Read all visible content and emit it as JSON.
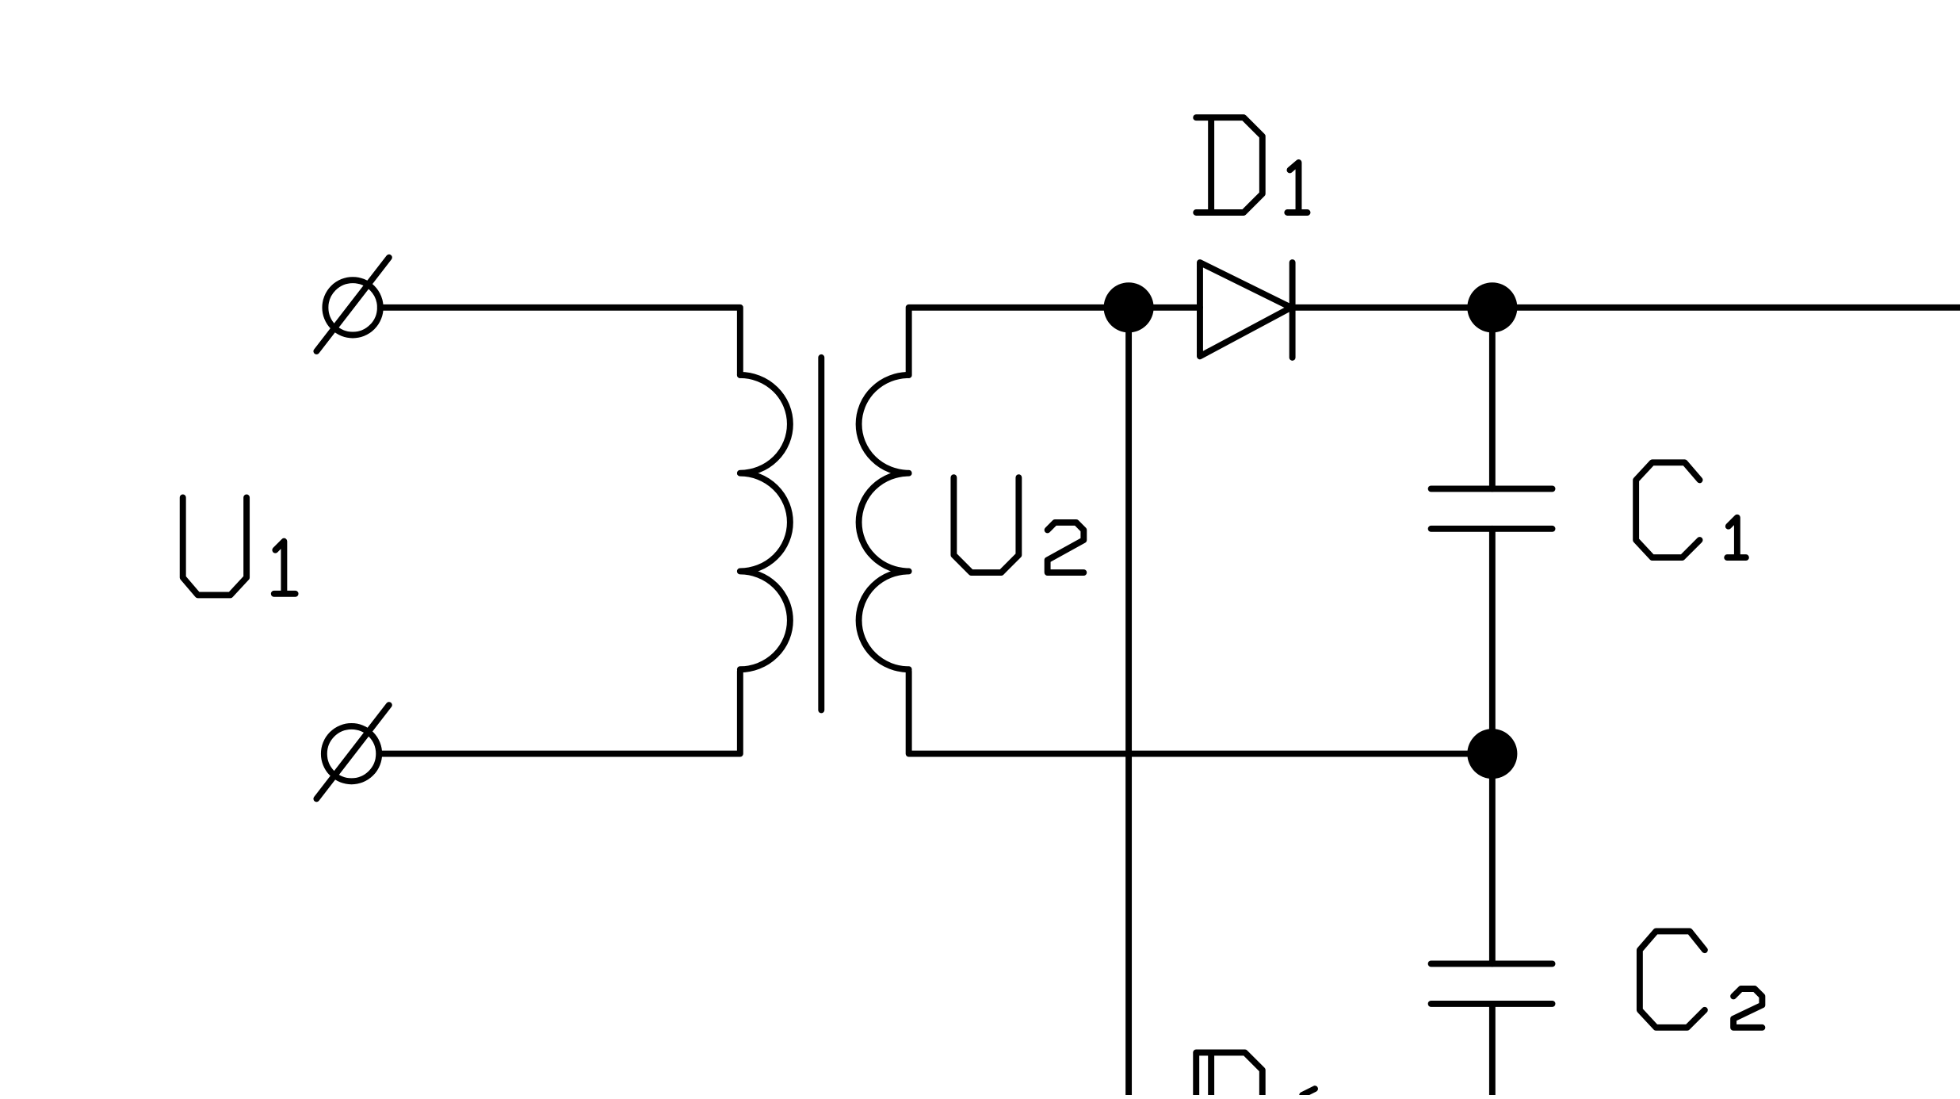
{
  "colors": {
    "stroke": "#000000",
    "background": "#ffffff"
  },
  "labels": {
    "u1_main": "U",
    "u1_sub": "1",
    "u2_main": "U",
    "u2_sub": "2",
    "d1_main": "D",
    "d1_sub": "1",
    "c1_main": "C",
    "c1_sub": "1",
    "c2_main": "C",
    "c2_sub": "2",
    "d2_main": "D"
  },
  "components": {
    "terminals": [
      "input-terminal-top",
      "input-terminal-bottom"
    ],
    "transformer": [
      "primary-winding",
      "core",
      "secondary-winding"
    ],
    "diodes": [
      "diode-d1"
    ],
    "capacitors": [
      "capacitor-c1",
      "capacitor-c2"
    ],
    "junctions": [
      "junction-a",
      "junction-b",
      "junction-c"
    ]
  }
}
